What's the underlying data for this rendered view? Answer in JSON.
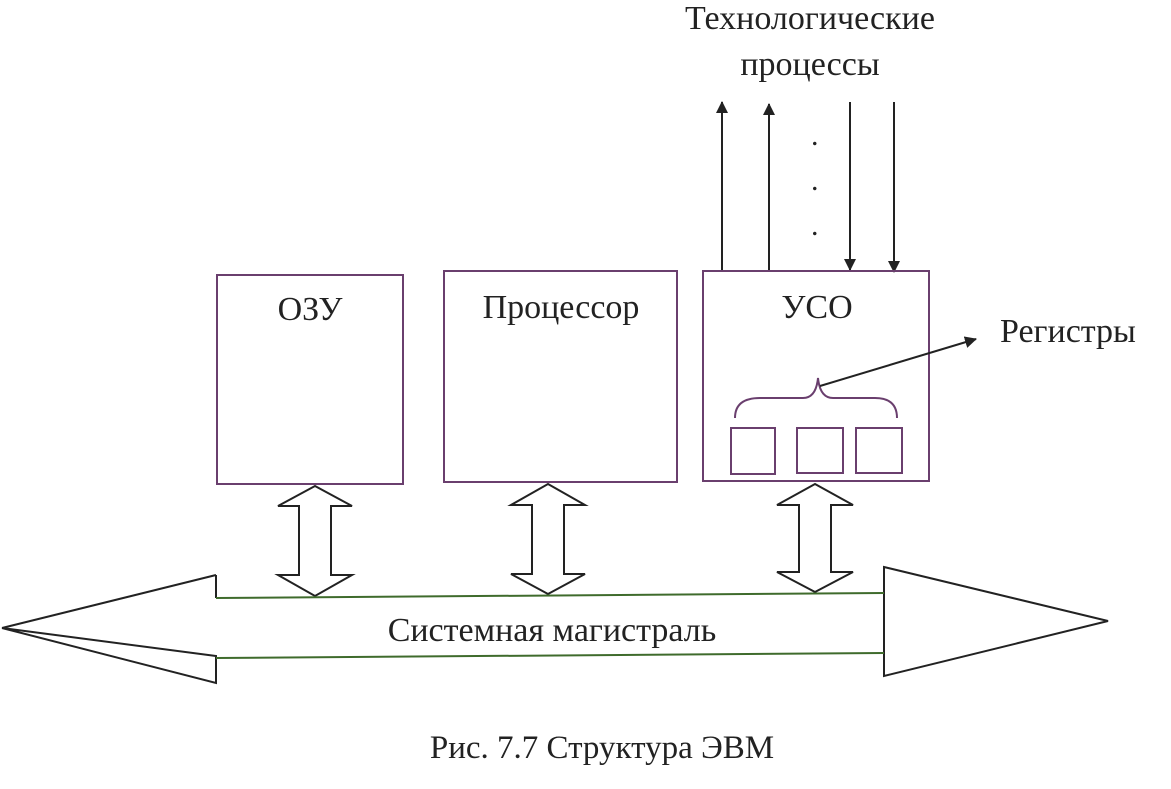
{
  "diagram": {
    "external_label_line1": "Технологические",
    "external_label_line2": "процессы",
    "ozu_label": "ОЗУ",
    "processor_label": "Процессор",
    "uso_label": "УСО",
    "registers_label": "Регистры",
    "bus_label": "Системная магистраль",
    "ellipsis_dots": ".",
    "caption": "Рис. 7.7 Структура ЭВМ"
  },
  "colors": {
    "box_stroke": "#6a3f6e",
    "bus_stroke": "#3f6b2c",
    "line": "#222222"
  }
}
